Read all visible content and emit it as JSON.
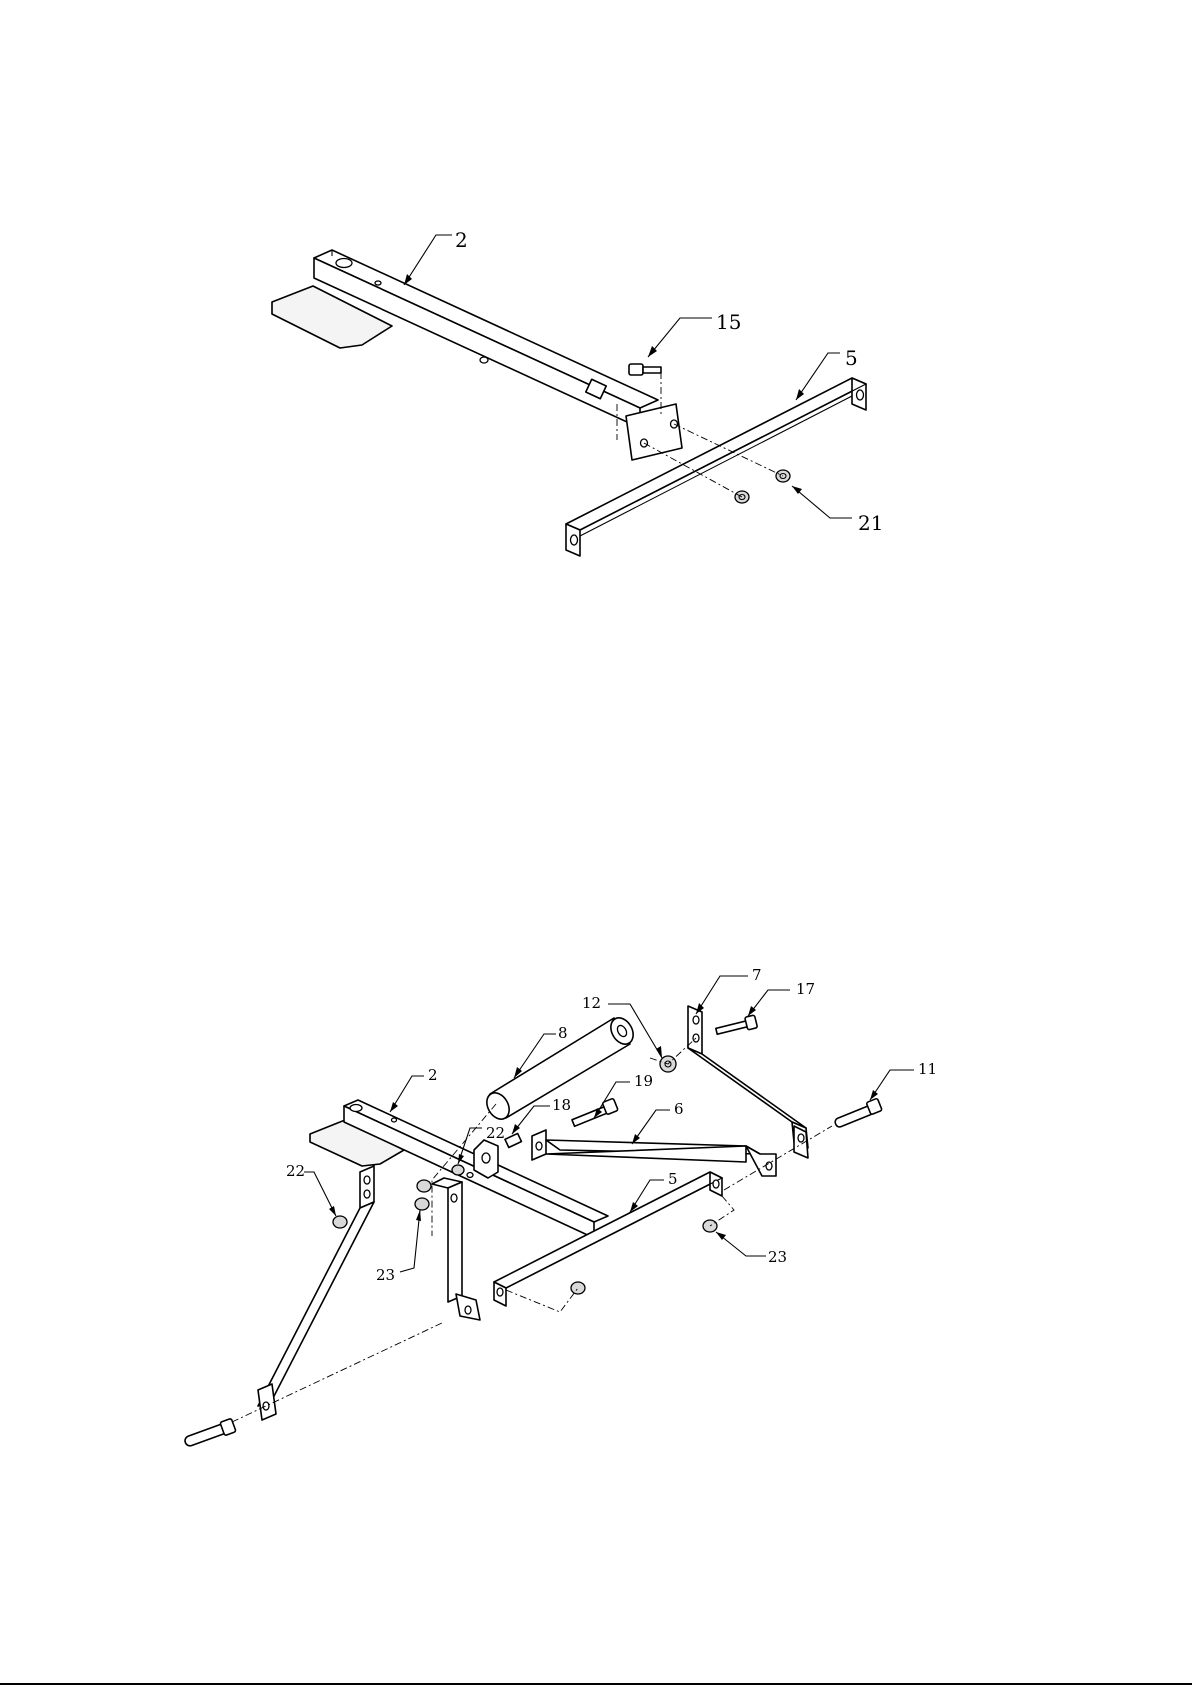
{
  "diagram_top": {
    "callouts": [
      "2",
      "15",
      "5",
      "21"
    ]
  },
  "diagram_bottom": {
    "callouts": [
      "7",
      "17",
      "12",
      "8",
      "19",
      "11",
      "2",
      "18",
      "6",
      "22",
      "22",
      "5",
      "23",
      "23"
    ]
  }
}
